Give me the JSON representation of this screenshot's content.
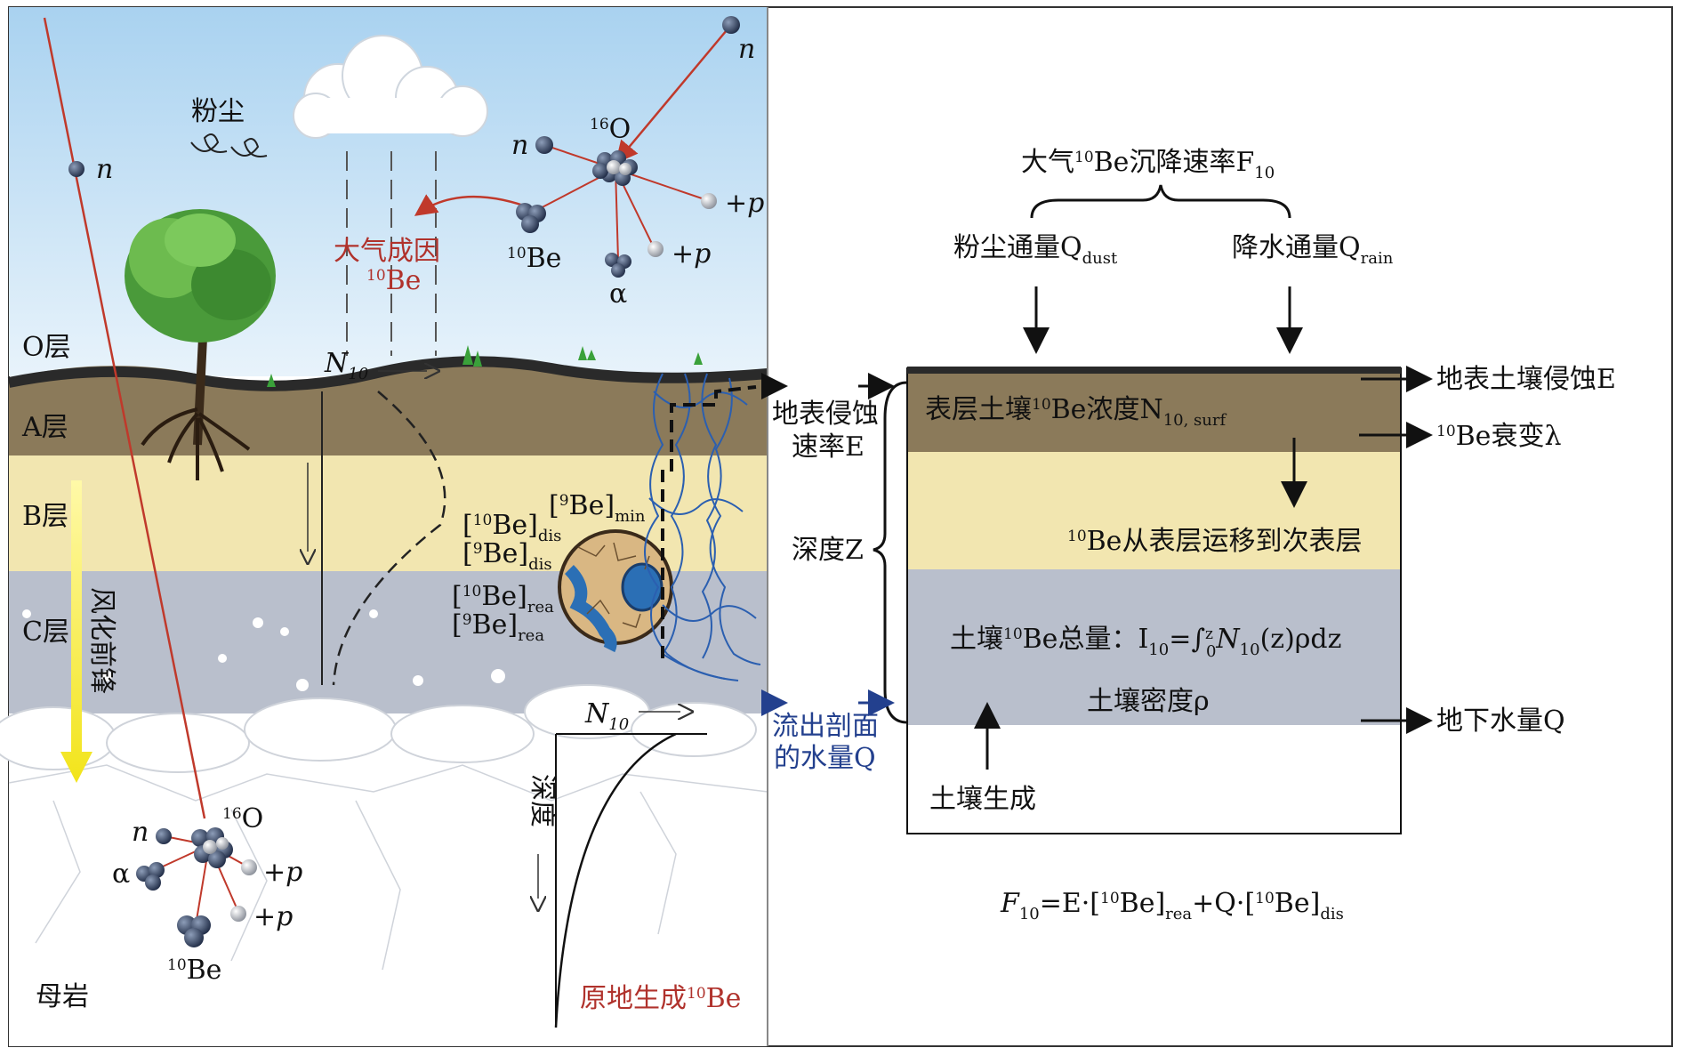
{
  "left": {
    "dust": "粉尘",
    "atm_origin": "大气成因",
    "be10": "Be",
    "be10_sup": "10",
    "o16": "O",
    "o16_sup": "16",
    "n": "n",
    "p_plus": "+p",
    "alpha": "α",
    "N10": "N",
    "N10_sub": "10",
    "layer_O": "O层",
    "layer_A": "A层",
    "layer_B": "B层",
    "layer_C": "C层",
    "weather_front": "风化前锋",
    "bedrock": "母岩",
    "depth": "深度",
    "insitu": "原地生成",
    "be9_min": "[Be]",
    "be9_min_sup": "9",
    "be9_min_sub": "min",
    "be10_dis": "[Be]",
    "be10_dis_sup": "10",
    "be10_dis_sub": "dis",
    "be9_dis": "[Be]",
    "be9_dis_sup": "9",
    "be9_dis_sub": "dis",
    "be10_rea": "[Be]",
    "be10_rea_sup": "10",
    "be10_rea_sub": "rea",
    "be9_rea": "[Be]",
    "be9_rea_sup": "9",
    "be9_rea_sub": "rea"
  },
  "middle": {
    "erosion_rate_1": "地表侵蚀",
    "erosion_rate_2": "速率E",
    "depth_z": "深度Z",
    "outflow_1": "流出剖面",
    "outflow_2": "的水量Q"
  },
  "right": {
    "deposition": "大气",
    "deposition_sup": "10",
    "deposition_tail": "Be沉降速率F",
    "deposition_sub": "10",
    "dust_flux": "粉尘通量Q",
    "dust_flux_sub": "dust",
    "rain_flux": "降水通量Q",
    "rain_flux_sub": "rain",
    "surface_conc_pre": "表层土壤",
    "surface_conc_sup": "10",
    "surface_conc_mid": "Be浓度N",
    "surface_conc_sub": "10, surf",
    "surface_erosion": "地表土壤侵蚀E",
    "decay_sup": "10",
    "decay": "Be衰变λ",
    "migrate_sup": "10",
    "migrate": "Be从表层运移到次表层",
    "inventory_pre": "土壤",
    "inventory_sup": "10",
    "inventory_mid": "Be总量：I",
    "inventory_sub": "10",
    "inventory_eq": "=∫",
    "inventory_int_sup": "z",
    "inventory_int_sub": "0",
    "inventory_tail": "N",
    "inventory_tail_sub": "10",
    "inventory_end": "(z)ρdz",
    "density": "土壤密度ρ",
    "groundwater": "地下水量Q",
    "soil_formation": "土壤生成",
    "eq_F": "F",
    "eq_F_sub": "10",
    "eq_mid": "=E·[",
    "eq_sup1": "10",
    "eq_be1": "Be]",
    "eq_sub1": "rea",
    "eq_mid2": "+Q·[",
    "eq_sup2": "10",
    "eq_be2": "Be]",
    "eq_sub2": "dis"
  },
  "colors": {
    "sky": "#cfe6f7",
    "layer_A": "#8b7a5a",
    "layer_B": "#f2e6b0",
    "layer_C": "#b9bfcc",
    "red_text": "#b0322c",
    "blue_text": "#23408e"
  }
}
